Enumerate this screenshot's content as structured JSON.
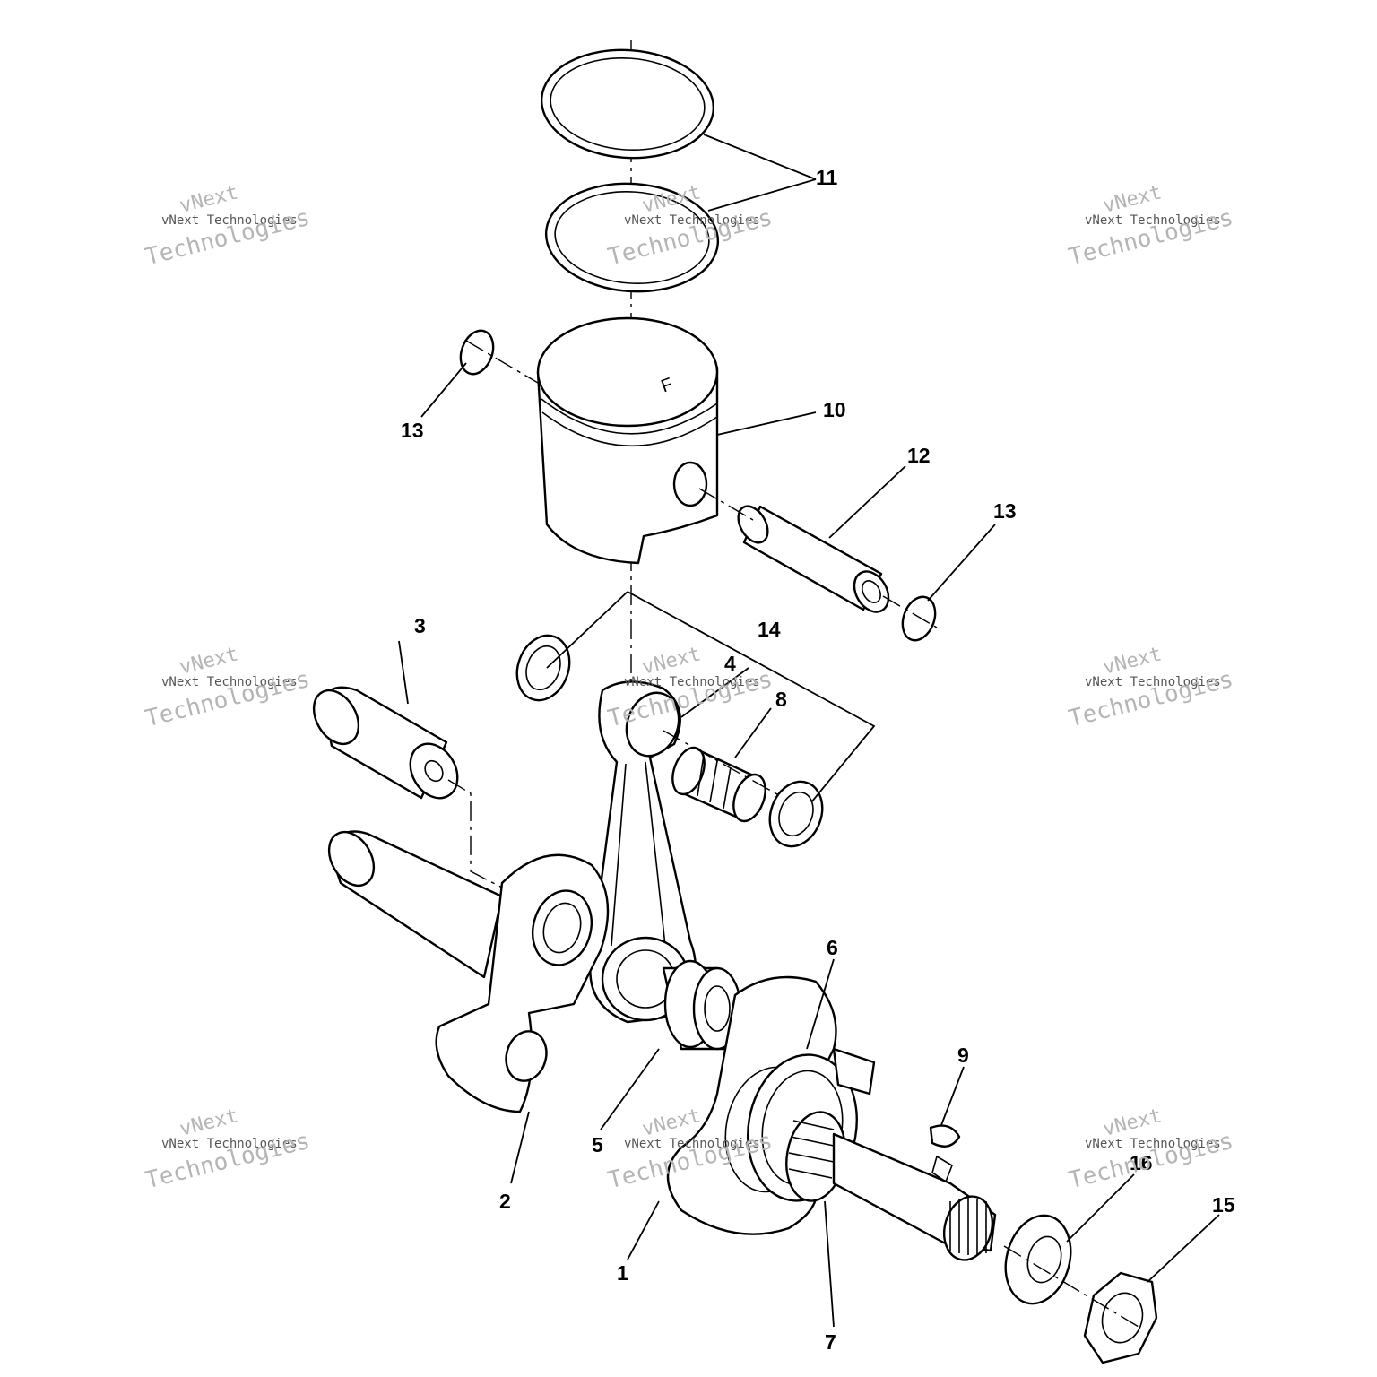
{
  "callouts": {
    "n1": "1",
    "n2": "2",
    "n3": "3",
    "n4": "4",
    "n5": "5",
    "n6": "6",
    "n7": "7",
    "n8": "8",
    "n9": "9",
    "n10": "10",
    "n11": "11",
    "n12": "12",
    "n13a": "13",
    "n13b": "13",
    "n14": "14",
    "n15": "15",
    "n16": "16"
  },
  "watermark": {
    "line1": "vNext",
    "line2": "vNext Technologies",
    "line3": "Technologies"
  },
  "piston_mark": "F"
}
